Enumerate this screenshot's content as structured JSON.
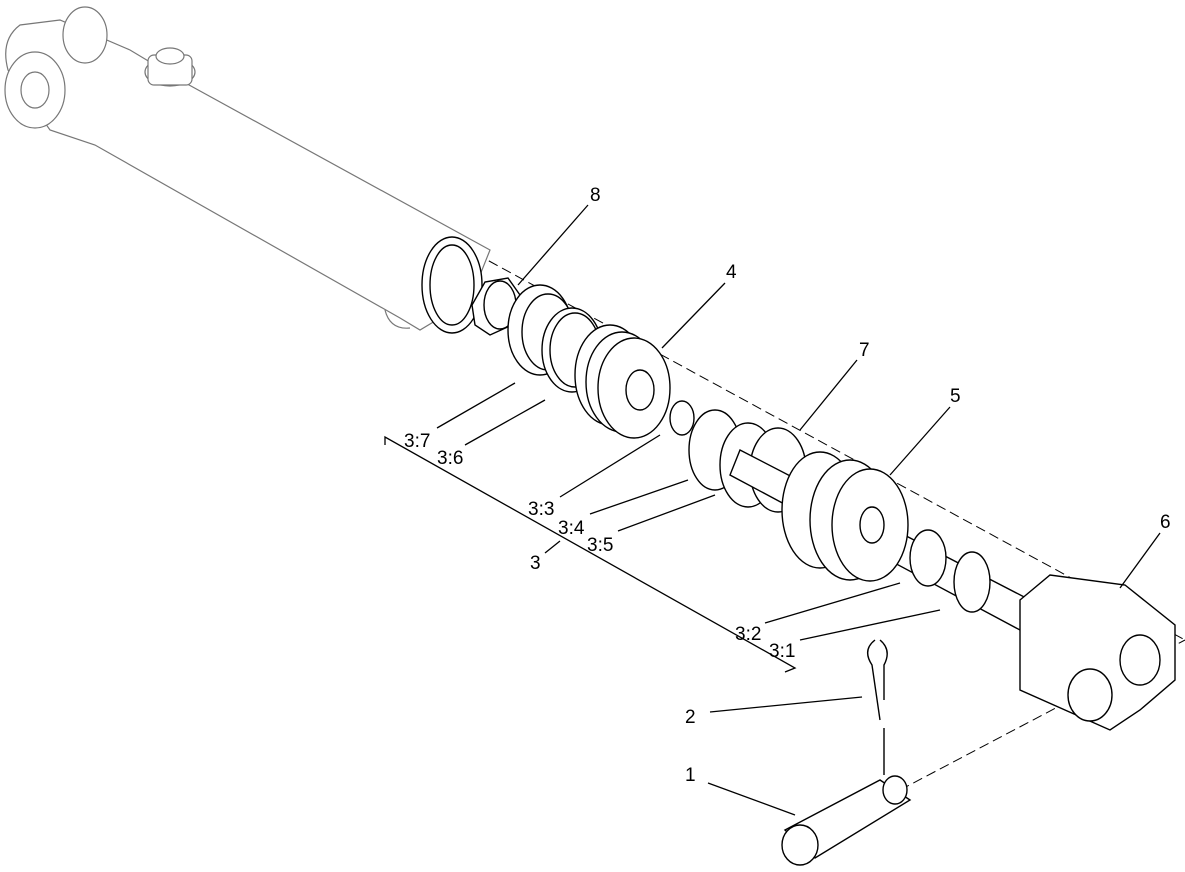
{
  "callouts": {
    "c8": "8",
    "c4": "4",
    "c7": "7",
    "c5": "5",
    "c6": "6",
    "c3_7": "3:7",
    "c3_6": "3:6",
    "c3_3": "3:3",
    "c3_4": "3:4",
    "c3_5": "3:5",
    "c3": "3",
    "c3_2": "3:2",
    "c3_1": "3:1",
    "c2": "2",
    "c1": "1"
  },
  "colors": {
    "line": "#000000",
    "faded_line": "#777777",
    "background": "#ffffff"
  }
}
